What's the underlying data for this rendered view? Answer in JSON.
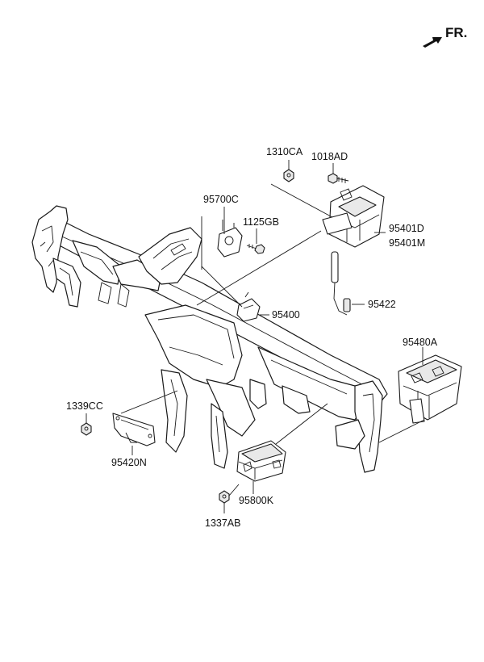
{
  "orientation": {
    "label": "FR.",
    "icon": "arrow-forward-icon"
  },
  "labels": {
    "p1310CA": "1310CA",
    "p1018AD": "1018AD",
    "p95700C": "95700C",
    "p1125GB": "1125GB",
    "p95401D": "95401D",
    "p95401M": "95401M",
    "p95400": "95400",
    "p95422": "95422",
    "p95480A": "95480A",
    "p1339CC": "1339CC",
    "p95420N": "95420N",
    "p95800K": "95800K",
    "p1337AB": "1337AB"
  }
}
